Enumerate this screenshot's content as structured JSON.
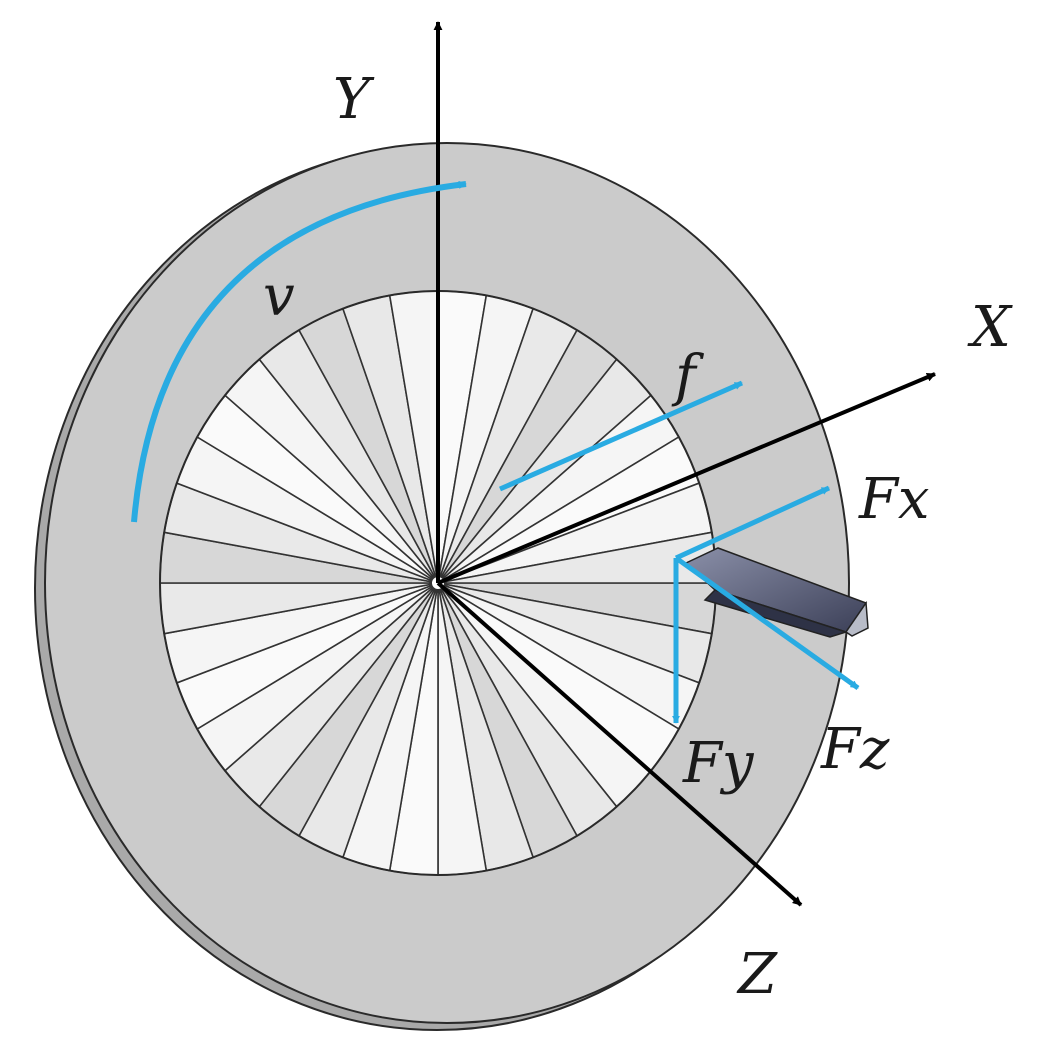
{
  "axes": {
    "x_label": "X",
    "y_label": "Y",
    "z_label": "Z"
  },
  "motions": {
    "rotation_label": "v",
    "feed_label": "f"
  },
  "forces": {
    "fx_label": "Fx",
    "fy_label": "Fy",
    "fz_label": "Fz"
  },
  "colors": {
    "vector": "#29abe2",
    "axis": "#000000",
    "disc": "#cbcbcb",
    "disc_edge": "#2a2a2a",
    "tool": "#5a5f78"
  }
}
